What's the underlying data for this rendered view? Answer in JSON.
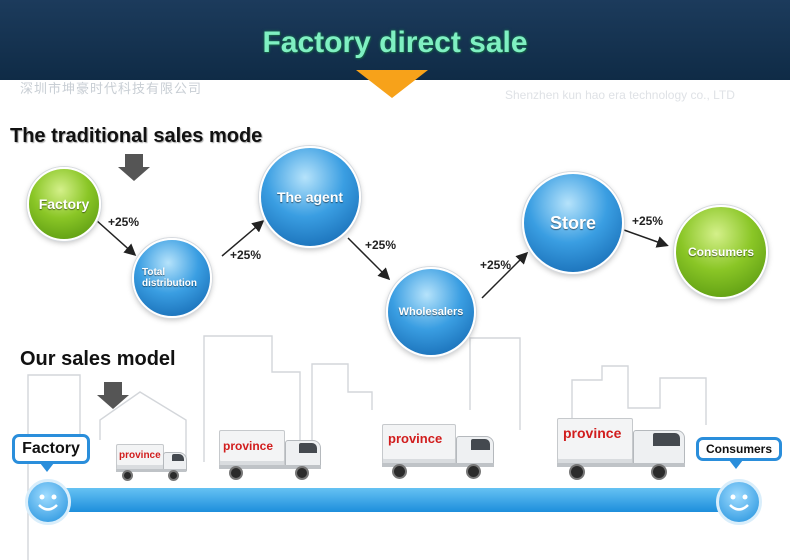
{
  "header": {
    "title": "Factory direct sale",
    "chinese_company_name": "深圳市坤豪时代科技有限公司",
    "company_name": "Shenzhen kun hao era technology co., LTD"
  },
  "traditional": {
    "title": "The traditional sales mode",
    "nodes": {
      "factory": "Factory",
      "total_distribution": "Total distribution",
      "agent": "The agent",
      "wholesalers": "Wholesalers",
      "store": "Store",
      "consumers": "Consumers"
    },
    "markups": [
      "+25%",
      "+25%",
      "+25%",
      "+25%",
      "+25%"
    ],
    "colors": {
      "green": "#8ac626",
      "blue": "#3a9ee2"
    }
  },
  "ours": {
    "title": "Our sales model",
    "start_label": "Factory",
    "end_label": "Consumers",
    "truck_labels": [
      "province",
      "province",
      "province",
      "province"
    ],
    "colors": {
      "road": "#1d8edc",
      "truck_text": "#d11d1d"
    }
  }
}
